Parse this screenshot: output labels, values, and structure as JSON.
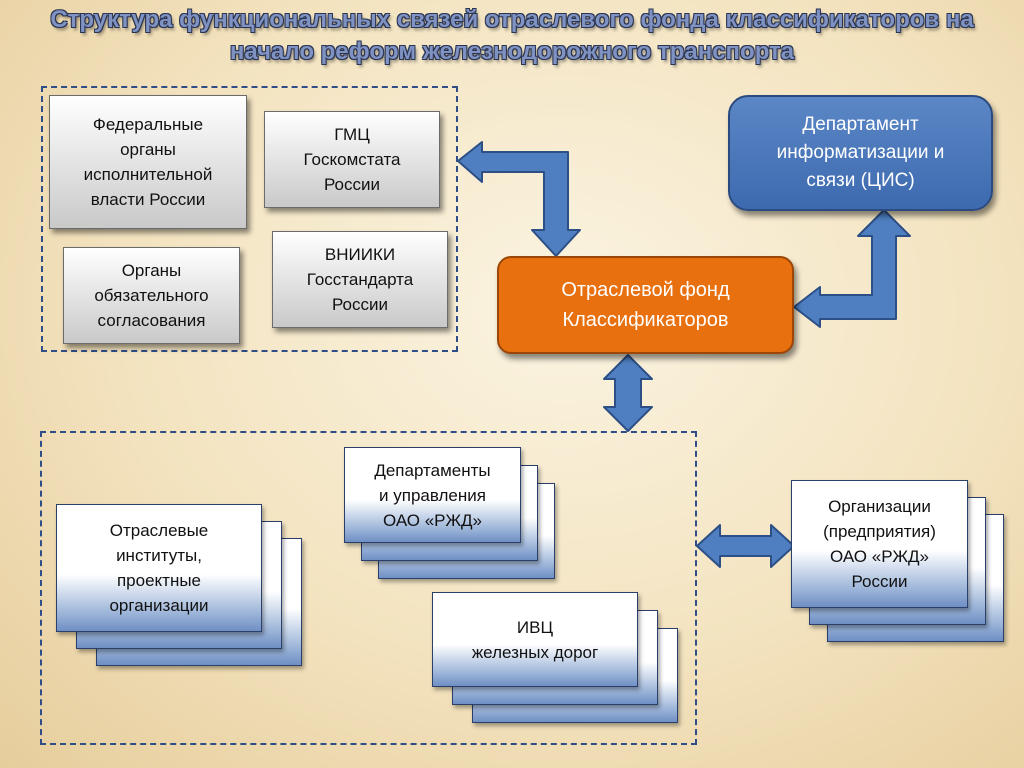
{
  "title": {
    "line1": "Структура функциональных связей отраслевого фонда классификаторов на",
    "line2": "начало реформ железнодорожного транспорта"
  },
  "boxes": {
    "federal": "Федеральные\nорганы\nисполнительной\nвласти России",
    "gmc": "ГМЦ\nГоскомстата\nРоссии",
    "organs": "Органы\nобязательного\nсогласования",
    "vniiki": "ВНИИКИ\nГосстандарта\nРоссии",
    "department": "Департамент\nинформатизации и\nсвязи (ЦИС)",
    "fund": "Отраслевой фонд\nКлассификаторов",
    "departments_rzd": "Департаменты\nи управления\nОАО «РЖД»",
    "institutes": "Отраслевые\nинституты,\nпроектные\nорганизации",
    "ivc": "ИВЦ\nжелезных дорог",
    "organizations": "Организации\n(предприятия)\nОАО «РЖД»\nРоссии"
  },
  "colors": {
    "orange": "#e8700f",
    "blue": "#4a78bb",
    "arrow_fill": "#4f7fc0",
    "dashed_border": "#2f4d86"
  }
}
